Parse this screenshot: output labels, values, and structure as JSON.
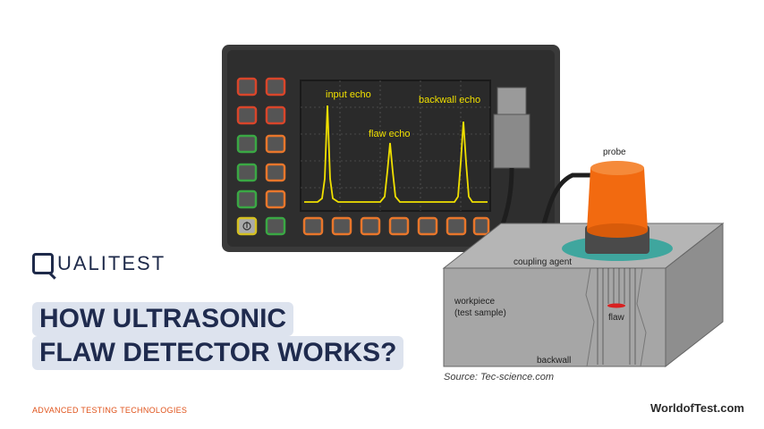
{
  "brand": {
    "logo_text": "UALITEST"
  },
  "headline": {
    "line1": "HOW ULTRASONIC",
    "line2": "FLAW DETECTOR WORKS?"
  },
  "footer": {
    "tagline": "ADVANCED TESTING TECHNOLOGIES",
    "site": "WorldofTest.com"
  },
  "diagram": {
    "source": "Source: Tec-science.com",
    "labels": {
      "input_echo": "input echo",
      "flaw_echo": "flaw echo",
      "backwall_echo": "backwall echo",
      "probe": "probe",
      "coupling_agent": "coupling agent",
      "workpiece_1": "workpiece",
      "workpiece_2": "(test sample)",
      "flaw": "flaw",
      "backwall": "backwall"
    },
    "colors": {
      "screen": "#2b2b2b",
      "trace": "#f0e000",
      "device": "#3b3b3b",
      "probe": "#f26a10",
      "coupling": "#2aa39a"
    }
  }
}
